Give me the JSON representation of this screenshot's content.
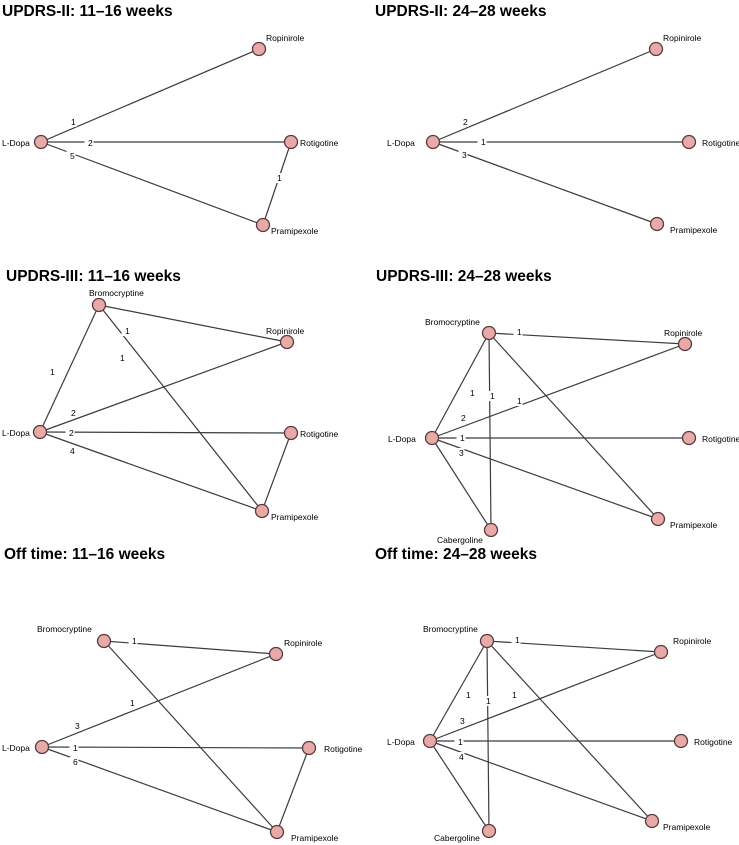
{
  "colors": {
    "node_fill": "#e8a9a9",
    "node_stroke": "#5a3a3a",
    "edge": "#3c3c3c"
  },
  "panels": [
    {
      "title": "UPDRS-II: 11–16 weeks",
      "nodes": [
        "L-Dopa",
        "Ropinirole",
        "Rotigotine",
        "Pramipexole"
      ],
      "edges": [
        {
          "from": "L-Dopa",
          "to": "Ropinirole",
          "label": "1"
        },
        {
          "from": "L-Dopa",
          "to": "Rotigotine",
          "label": "2"
        },
        {
          "from": "L-Dopa",
          "to": "Pramipexole",
          "label": "5"
        },
        {
          "from": "Rotigotine",
          "to": "Pramipexole",
          "label": "1"
        }
      ]
    },
    {
      "title": "UPDRS-II: 24–28 weeks",
      "nodes": [
        "L-Dopa",
        "Ropinirole",
        "Rotigotine",
        "Pramipexole"
      ],
      "edges": [
        {
          "from": "L-Dopa",
          "to": "Ropinirole",
          "label": "2"
        },
        {
          "from": "L-Dopa",
          "to": "Rotigotine",
          "label": "1"
        },
        {
          "from": "L-Dopa",
          "to": "Pramipexole",
          "label": "3"
        }
      ]
    },
    {
      "title": "UPDRS-III: 11–16 weeks",
      "nodes": [
        "Bromocryptine",
        "L-Dopa",
        "Ropinirole",
        "Rotigotine",
        "Pramipexole"
      ],
      "edges": [
        {
          "from": "Bromocryptine",
          "to": "Ropinirole",
          "label": "1"
        },
        {
          "from": "Bromocryptine",
          "to": "L-Dopa",
          "label": "1"
        },
        {
          "from": "Bromocryptine",
          "to": "Pramipexole",
          "label": "1"
        },
        {
          "from": "L-Dopa",
          "to": "Ropinirole",
          "label": "2"
        },
        {
          "from": "L-Dopa",
          "to": "Rotigotine",
          "label": "2"
        },
        {
          "from": "L-Dopa",
          "to": "Pramipexole",
          "label": "4"
        },
        {
          "from": "Rotigotine",
          "to": "Pramipexole",
          "label": ""
        }
      ]
    },
    {
      "title": "UPDRS-III: 24–28 weeks",
      "nodes": [
        "Bromocryptine",
        "L-Dopa",
        "Ropinirole",
        "Rotigotine",
        "Pramipexole",
        "Cabergoline"
      ],
      "edges": [
        {
          "from": "Bromocryptine",
          "to": "Ropinirole",
          "label": "1"
        },
        {
          "from": "Bromocryptine",
          "to": "L-Dopa",
          "label": "1"
        },
        {
          "from": "Bromocryptine",
          "to": "Cabergoline",
          "label": "1"
        },
        {
          "from": "Bromocryptine",
          "to": "Pramipexole",
          "label": "1"
        },
        {
          "from": "L-Dopa",
          "to": "Ropinirole",
          "label": "2"
        },
        {
          "from": "L-Dopa",
          "to": "Rotigotine",
          "label": "1"
        },
        {
          "from": "L-Dopa",
          "to": "Pramipexole",
          "label": "3"
        },
        {
          "from": "L-Dopa",
          "to": "Cabergoline",
          "label": ""
        }
      ]
    },
    {
      "title": "Off time: 11–16 weeks",
      "nodes": [
        "Bromocryptine",
        "L-Dopa",
        "Ropinirole",
        "Rotigotine",
        "Pramipexole"
      ],
      "edges": [
        {
          "from": "Bromocryptine",
          "to": "Ropinirole",
          "label": "1"
        },
        {
          "from": "Bromocryptine",
          "to": "Pramipexole",
          "label": "1"
        },
        {
          "from": "L-Dopa",
          "to": "Ropinirole",
          "label": "3"
        },
        {
          "from": "L-Dopa",
          "to": "Rotigotine",
          "label": "1"
        },
        {
          "from": "L-Dopa",
          "to": "Pramipexole",
          "label": "6"
        },
        {
          "from": "Rotigotine",
          "to": "Pramipexole",
          "label": ""
        }
      ]
    },
    {
      "title": "Off time: 24–28 weeks",
      "nodes": [
        "Bromocryptine",
        "L-Dopa",
        "Ropinirole",
        "Rotigotine",
        "Pramipexole",
        "Cabergoline"
      ],
      "edges": [
        {
          "from": "Bromocryptine",
          "to": "Ropinirole",
          "label": "1"
        },
        {
          "from": "Bromocryptine",
          "to": "L-Dopa",
          "label": "1"
        },
        {
          "from": "Bromocryptine",
          "to": "Cabergoline",
          "label": "1"
        },
        {
          "from": "Bromocryptine",
          "to": "Pramipexole",
          "label": "1"
        },
        {
          "from": "L-Dopa",
          "to": "Ropinirole",
          "label": "3"
        },
        {
          "from": "L-Dopa",
          "to": "Rotigotine",
          "label": "1"
        },
        {
          "from": "L-Dopa",
          "to": "Pramipexole",
          "label": "4"
        },
        {
          "from": "L-Dopa",
          "to": "Cabergoline",
          "label": ""
        }
      ]
    }
  ]
}
